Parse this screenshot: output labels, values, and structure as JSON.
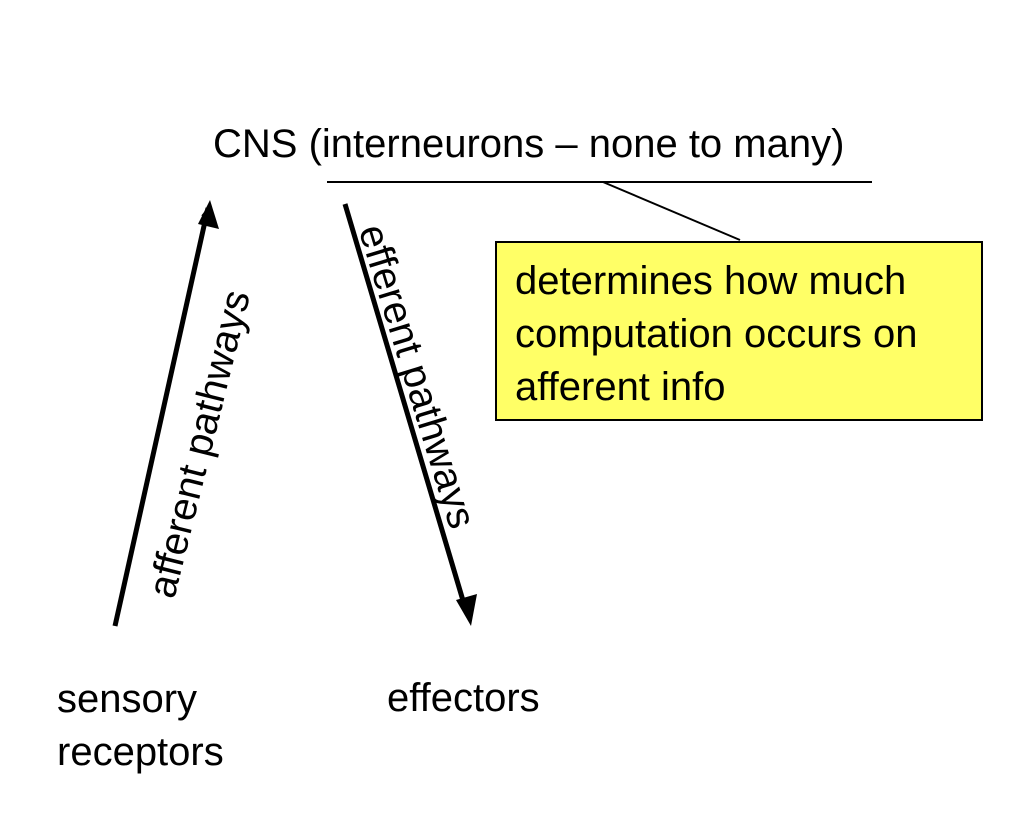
{
  "title": "CNS (interneurons – none to many)",
  "callout": {
    "lines": [
      "determines how much",
      "computation occurs on",
      "afferent info"
    ],
    "background": "#ffff66"
  },
  "nodes": {
    "sensory_lines": [
      "sensory",
      "receptors"
    ],
    "effectors": "effectors"
  },
  "pathways": {
    "afferent": "afferent pathways",
    "efferent": "efferent pathways"
  }
}
